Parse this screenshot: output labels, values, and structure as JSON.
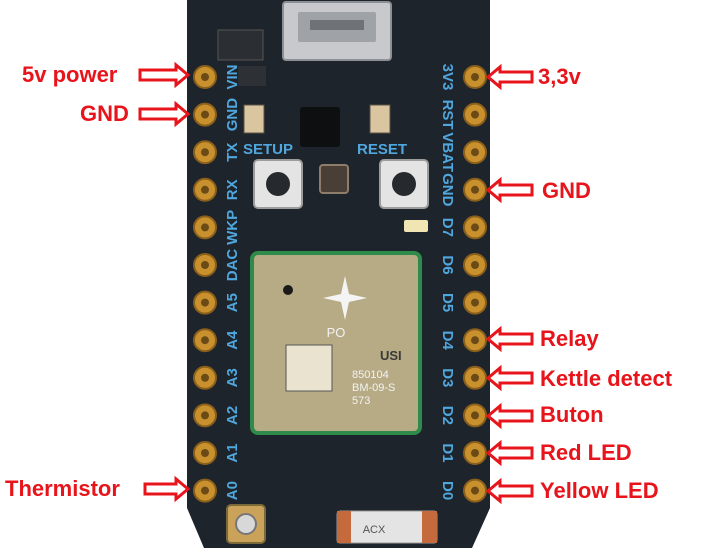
{
  "board": {
    "left_pins": [
      "VIN",
      "GND",
      "TX",
      "RX",
      "WKP",
      "DAC",
      "A5",
      "A4",
      "A3",
      "A2",
      "A1",
      "A0"
    ],
    "right_pins": [
      "3V3",
      "RST",
      "VBAT",
      "GND",
      "D7",
      "D6",
      "D5",
      "D4",
      "D3",
      "D2",
      "D1",
      "D0"
    ],
    "buttons": {
      "setup": "SETUP",
      "reset": "RESET"
    },
    "module": {
      "name": "PO",
      "code1": "850104",
      "code2": "BM-09-S",
      "code3": "573",
      "brand": "USI"
    },
    "antenna_text": "ACX"
  },
  "callouts": {
    "vin": "5v power",
    "gnd_left": "GND",
    "a0": "Thermistor",
    "v33": "3,3v",
    "gnd_right": "GND",
    "d4": "Relay",
    "d3": "Kettle detect",
    "d2": "Buton",
    "d1": "Red LED",
    "d0": "Yellow LED"
  },
  "colors": {
    "pcb": "#1e242b",
    "silk_blue": "#4fa7de",
    "pad_gold": "#c9912e",
    "annotation_red": "#e8141b"
  }
}
